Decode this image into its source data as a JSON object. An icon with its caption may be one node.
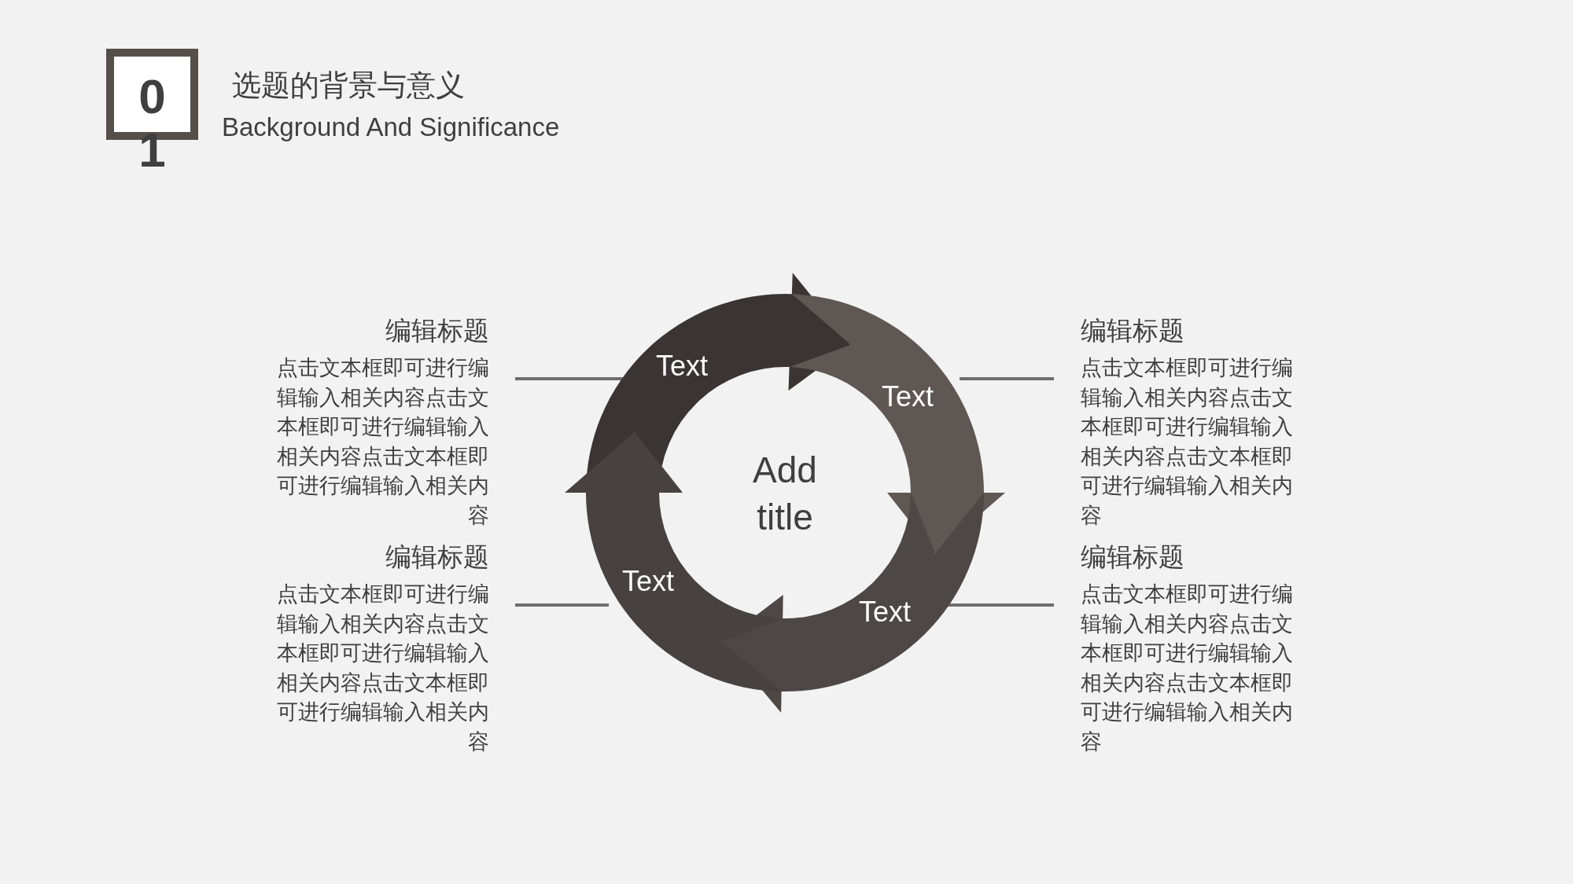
{
  "diagram": {
    "title": "选题的背景与意义",
    "nodes": [
      {
        "text": [
          "0",
          "1"
        ]
      },
      {
        "text": [
          "Text"
        ]
      },
      {
        "text": [
          "Text"
        ]
      },
      {
        "text": [
          "Text"
        ]
      },
      {
        "text": [
          "Text"
        ]
      },
      {
        "text": [
          "Add title"
        ]
      },
      {
        "text": [
          "编辑标题",
          "点击文本框即可进行编辑输入相关内容点击文本框即可进行编辑输入相关内容点击文本框即可进行编辑输入相关内容"
        ]
      },
      {
        "text": [
          "编辑标题",
          "点击文本框即可进行编辑输入相关内容点击文本框即可进行编辑输入相关内容点击文本框即可进行编辑输入相关内容"
        ]
      },
      {
        "text": [
          "编辑标题",
          "点击文本框即可进行编辑输入相关内容点击文本框即可进行编辑输入相关内容点击文本框即可进行编辑输入相关内容"
        ]
      },
      {
        "text": [
          "编辑标题",
          "点击文本框即可进行编辑输入相关内容点击文本框即可进行编辑输入相关内容点击文本框即可进行编辑输入相关内容"
        ]
      }
    ],
    "edges": [
      {
        "from": 6,
        "to": 1,
        "arrow": "none"
      },
      {
        "from": 7,
        "to": 2,
        "arrow": "none"
      },
      {
        "from": 8,
        "to": 4,
        "arrow": "none"
      },
      {
        "from": 9,
        "to": 3,
        "arrow": "none"
      }
    ],
    "labels": [
      "Background And Significance"
    ]
  }
}
